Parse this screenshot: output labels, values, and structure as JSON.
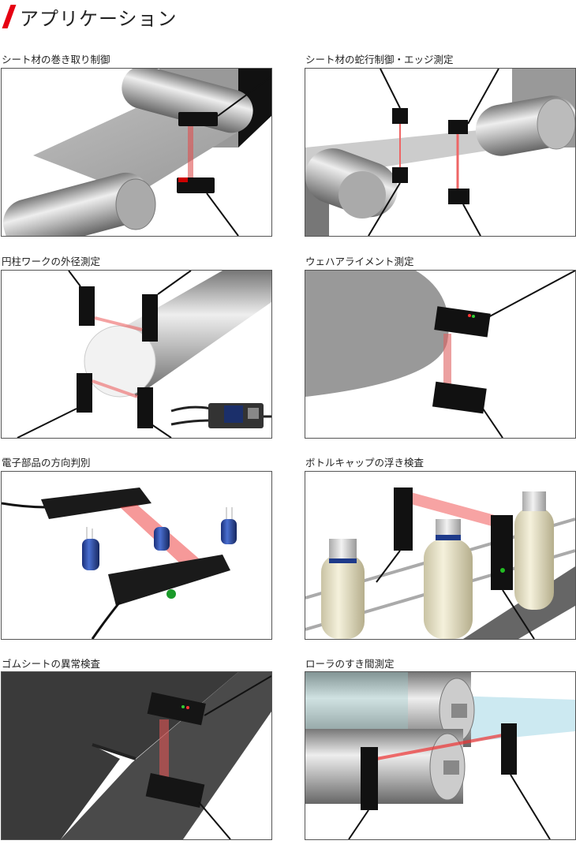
{
  "header": {
    "title": "アプリケーション",
    "accent_color": "#e60012"
  },
  "applications": [
    {
      "label": "シート材の巻き取り制御"
    },
    {
      "label": "シート材の蛇行制御・エッジ測定"
    },
    {
      "label": "円柱ワークの外径測定"
    },
    {
      "label": "ウェハアライメント測定"
    },
    {
      "label": "電子部品の方向判別"
    },
    {
      "label": "ボトルキャップの浮き検査"
    },
    {
      "label": "ゴムシートの異常検査"
    },
    {
      "label": "ローラのすき間測定"
    }
  ]
}
